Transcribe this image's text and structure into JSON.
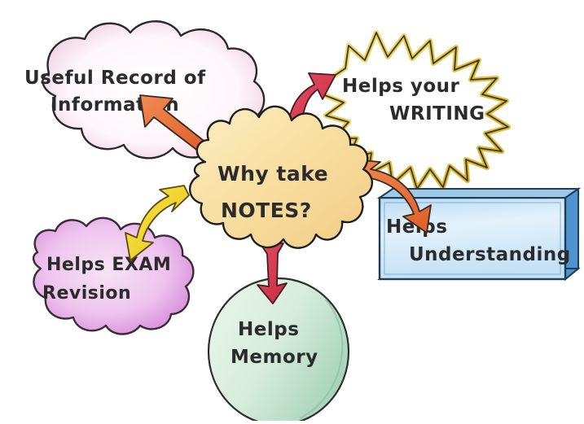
{
  "diagram": {
    "title": "Why take NOTES?",
    "type": "hand-drawn mind map",
    "background_color": "#ffffff"
  },
  "center": {
    "name": "central-burst",
    "line1": "Why take",
    "line2": "NOTES?",
    "shape": "scalloped-burst",
    "fill_color": "#f7d99a",
    "fill_color_light": "#fdf0cf",
    "outline_color": "#1e1e1e"
  },
  "nodes": [
    {
      "id": "useful-record",
      "name": "node-useful-record-of-information",
      "shape": "cloud",
      "line1": "Useful Record of",
      "line2": "Information",
      "fill_color": "#ffffff",
      "rim_color": "#e9b9cf",
      "outline_color": "#2a2a2a"
    },
    {
      "id": "helps-writing",
      "name": "node-helps-your-writing",
      "shape": "starburst",
      "line1": "Helps your",
      "line2": "WRITING",
      "fill_color": "#ffffff",
      "rim_color": "#e8c63e",
      "outline_color": "#2a2a2a"
    },
    {
      "id": "helps-understanding",
      "name": "node-helps-understanding",
      "shape": "3d-rectangle",
      "line1": "Helps",
      "line2": "Understanding",
      "fill_color": "#cfe7f7",
      "fill_color_light": "#eaf5fd",
      "edge_color": "#3f87c4",
      "outline_color": "#1f3b55"
    },
    {
      "id": "helps-exam-revision",
      "name": "node-helps-exam-revision",
      "shape": "blob",
      "line1": "Helps EXAM",
      "line2": "Revision",
      "fill_color": "#ecb9e8",
      "rim_color": "#b255b8",
      "outline_color": "#3a2a3a"
    },
    {
      "id": "helps-memory",
      "name": "node-helps-memory",
      "shape": "circle",
      "line1": "Helps",
      "line2": "Memory",
      "fill_color": "#d6ecdc",
      "rim_color": "#7bb092",
      "outline_color": "#2e2e2e"
    }
  ],
  "arrows": [
    {
      "id": "arrow-to-useful-record",
      "name": "arrow-center-to-useful-record",
      "from": "center",
      "to": "useful-record",
      "color": "#e8703a",
      "style": "straight",
      "direction": "up-left"
    },
    {
      "id": "arrow-to-writing",
      "name": "arrow-center-to-helps-writing",
      "from": "center",
      "to": "helps-writing",
      "color": "#d93a4e",
      "style": "curved",
      "direction": "up-right"
    },
    {
      "id": "arrow-to-understanding",
      "name": "arrow-center-to-helps-understanding",
      "from": "center",
      "to": "helps-understanding",
      "color": "#e8703a",
      "style": "curved",
      "direction": "right-down"
    },
    {
      "id": "arrow-to-exam",
      "name": "arrow-center-to-helps-exam-revision",
      "from": "center",
      "to": "helps-exam-revision",
      "color": "#f2d524",
      "style": "curved",
      "direction": "down-left"
    },
    {
      "id": "arrow-to-memory",
      "name": "arrow-center-to-helps-memory",
      "from": "center",
      "to": "helps-memory",
      "color": "#d93a4e",
      "style": "straight",
      "direction": "down"
    }
  ]
}
